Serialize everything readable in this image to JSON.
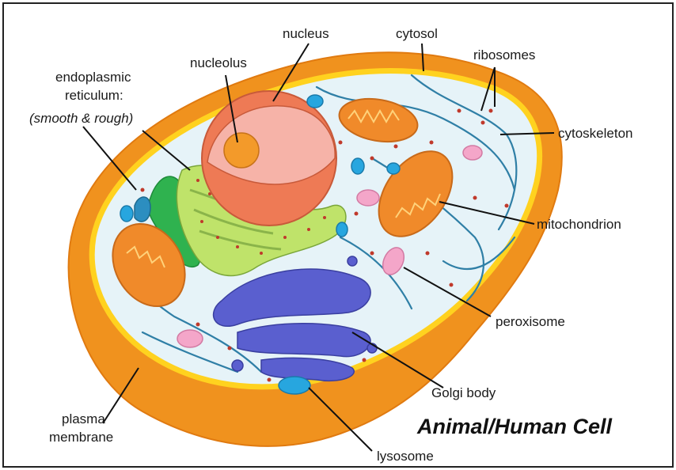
{
  "title": "Animal/Human Cell",
  "labels": {
    "nucleus": "nucleus",
    "nucleolus": "nucleolus",
    "er_line1": "endoplasmic",
    "er_line2": "reticulum:",
    "er_line3": "(smooth & rough)",
    "cytosol": "cytosol",
    "ribosomes": "ribosomes",
    "cytoskeleton": "cytoskeleton",
    "mitochondrion": "mitochondrion",
    "peroxisome": "peroxisome",
    "golgi": "Golgi body",
    "lysosome": "lysosome",
    "membrane_line1": "plasma",
    "membrane_line2": "membrane"
  },
  "colors": {
    "membrane": "#f0921e",
    "membrane_dark": "#e07a10",
    "membrane_rim": "#ffd21f",
    "cytoplasm": "#e6f3f8",
    "nucleus": "#ee7a55",
    "nucleolus": "#f39a2a",
    "rough_er": "#bfe36a",
    "smooth_er": "#2fb24f",
    "golgi": "#5a5fcf",
    "mitochondrion": "#f08a2a",
    "peroxisome": "#f4a6c9",
    "lysosome": "#27a6df",
    "cytoskeleton": "#2f7fa6",
    "ribosome": "#c0392b"
  }
}
